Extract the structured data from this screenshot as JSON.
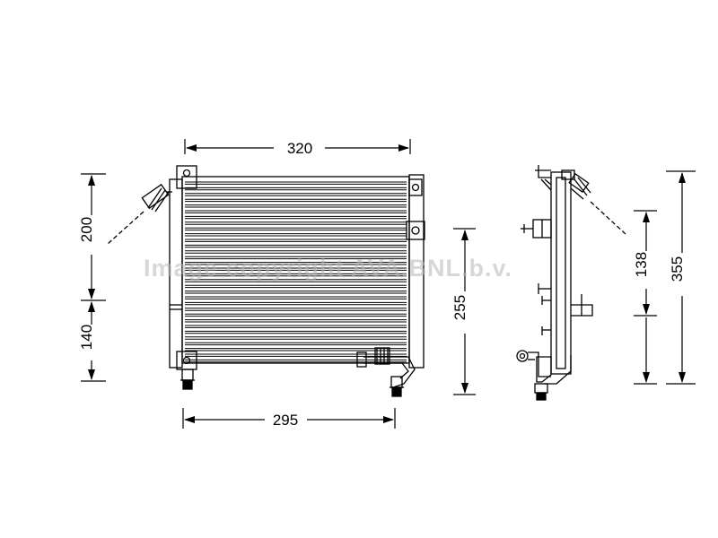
{
  "dimensions": {
    "core_width": "320",
    "bottom_width": "295",
    "upper_height": "200",
    "lower_height": "140",
    "core_height": "255",
    "side_mid_height": "138",
    "side_total_height": "355"
  },
  "watermark": "Image copyright AVA.BNL.b.v.",
  "colors": {
    "line": "#000000",
    "watermark": "#b8b8b8"
  }
}
